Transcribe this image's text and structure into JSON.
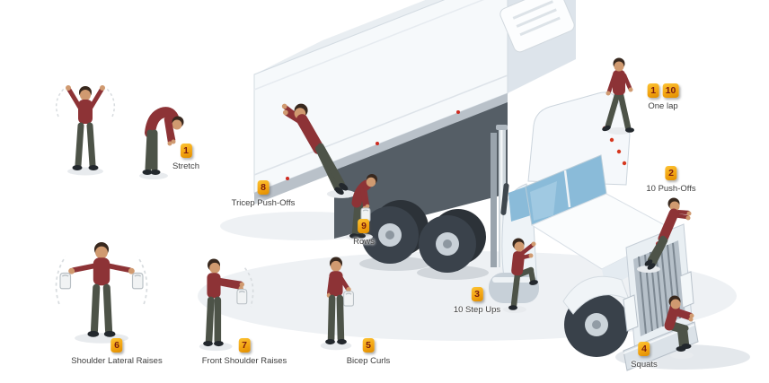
{
  "palette": {
    "badge_background": "#f3a512",
    "badge_number": "#7a1c10",
    "label_text": "#3e3e3e",
    "figure_shirt": "#8d3336",
    "figure_pants": "#4d5348",
    "truck_body": "#f6f9fb",
    "truck_shade": "#dde4eb",
    "window_glass": "#8abbd9",
    "tire": "#39414a",
    "marker_light_red": "#cf2b20"
  },
  "stations": [
    {
      "number": "1",
      "label": "Stretch"
    },
    {
      "number": "2",
      "label": "10 Push-Offs"
    },
    {
      "number": "3",
      "label": "10 Step Ups"
    },
    {
      "number": "4",
      "label": "Squats"
    },
    {
      "number": "5",
      "label": "Bicep Curls"
    },
    {
      "number": "6",
      "label": "Shoulder Lateral Raises"
    },
    {
      "number": "7",
      "label": "Front Shoulder Raises"
    },
    {
      "number": "8",
      "label": "Tricep Push-Offs"
    },
    {
      "number": "9",
      "label": "Rows"
    },
    {
      "numbers": [
        "1",
        "10"
      ],
      "label": "One lap"
    }
  ]
}
